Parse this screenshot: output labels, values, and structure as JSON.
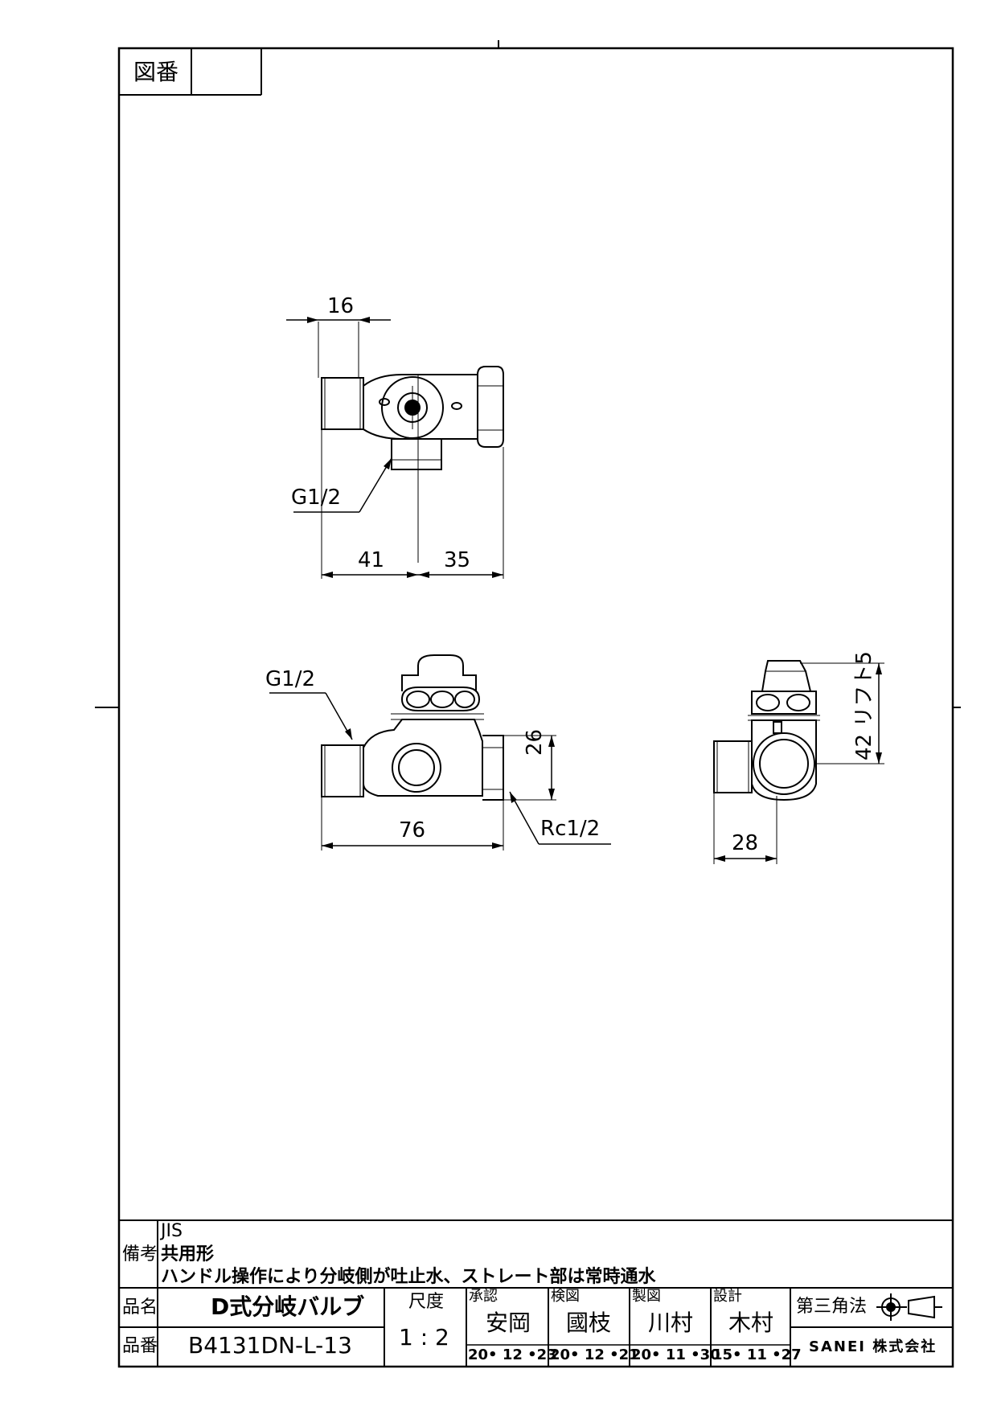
{
  "drawing_number_label": "図番",
  "drawing_number_value": "",
  "views": {
    "top": {
      "dim_16": "16",
      "dim_41": "41",
      "dim_35": "35",
      "thread": "G1/2"
    },
    "front": {
      "thread_left": "G1/2",
      "dim_26": "26",
      "dim_76": "76",
      "thread_right": "Rc1/2"
    },
    "side": {
      "dim_42_lift": "42 リフト5",
      "dim_28": "28"
    }
  },
  "remarks": {
    "label": "備考",
    "line1": "JIS",
    "line2": "共用形",
    "line3": "ハンドル操作により分岐側が吐止水、ストレート部は常時通水"
  },
  "title_block": {
    "product_name_label": "品名",
    "product_name": "D式分岐バルブ",
    "product_number_label": "品番",
    "product_number": "B4131DN-L-13",
    "scale_label": "尺度",
    "scale": "1 : 2",
    "approval": {
      "label": "承認",
      "name": "安岡",
      "date": "20• 12 •23"
    },
    "check": {
      "label": "検図",
      "name": "國枝",
      "date": "20• 12 •21"
    },
    "drawn": {
      "label": "製図",
      "name": "川村",
      "date": "20• 11 •30"
    },
    "design": {
      "label": "設計",
      "name": "木村",
      "date": "15• 11 •27"
    },
    "projection": "第三角法",
    "company": "SANEI 株式会社"
  }
}
